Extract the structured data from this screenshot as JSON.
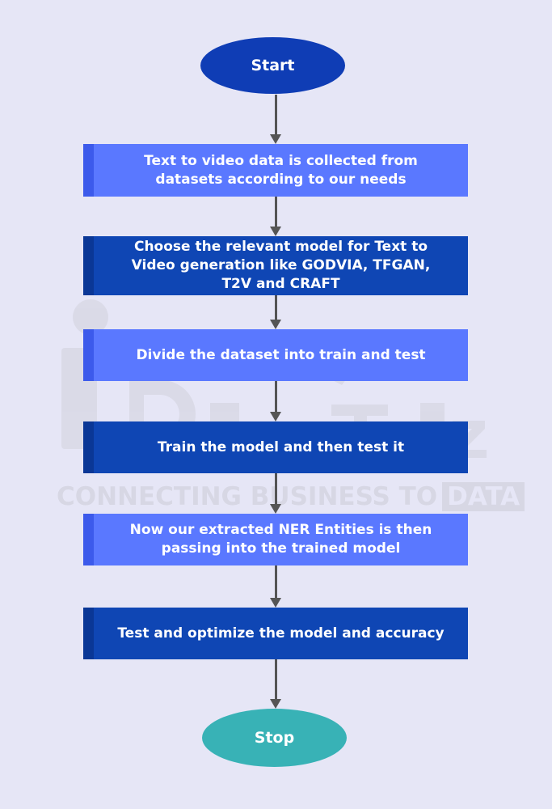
{
  "colors": {
    "background": "#e6e6f6",
    "start_fill": "#0f3db5",
    "stop_fill": "#38b2b6",
    "light_box_fill": "#5a78ff",
    "light_box_edge": "#3c5aeb",
    "dark_box_fill": "#0f46b4",
    "dark_box_edge": "#0a3796",
    "arrow": "#555555"
  },
  "watermark": {
    "text": "CONNECTING BUSINESS TO",
    "boxed_text": "DATA"
  },
  "flowchart": {
    "start_label": "Start",
    "steps": [
      {
        "label": "Text to video data is collected from datasets according to our needs",
        "shade": "light"
      },
      {
        "label": "Choose the relevant model for Text to Video generation like GODVIA, TFGAN, T2V and CRAFT",
        "shade": "dark"
      },
      {
        "label": "Divide the dataset into train and test",
        "shade": "light"
      },
      {
        "label": "Train the model and then test it",
        "shade": "dark"
      },
      {
        "label": "Now our extracted NER Entities is then passing into the trained model",
        "shade": "light"
      },
      {
        "label": "Test and optimize the model and accuracy",
        "shade": "dark"
      }
    ],
    "stop_label": "Stop"
  }
}
